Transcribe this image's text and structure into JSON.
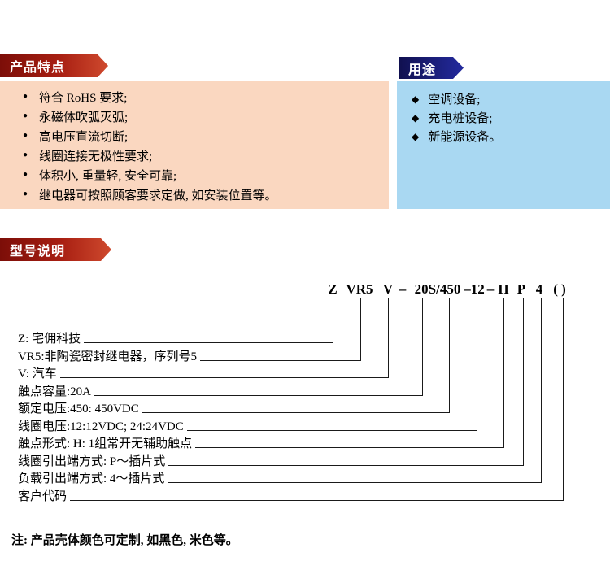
{
  "features": {
    "title": "产品特点",
    "bullet": "●",
    "items": [
      "符合 RoHS 要求;",
      "永磁体吹弧灭弧;",
      "高电压直流切断;",
      "线圈连接无极性要求;",
      "体积小, 重量轻, 安全可靠;",
      "继电器可按照顾客要求定做, 如安装位置等。"
    ]
  },
  "usage": {
    "title": "用途",
    "bullet": "◆",
    "items": [
      "空调设备;",
      "充电桩设备;",
      "新能源设备。"
    ]
  },
  "model": {
    "title": "型号说明",
    "code_parts": [
      "Z",
      "VR5",
      "V",
      "–",
      "20S/450",
      "–12",
      "–",
      "H",
      "P",
      "4",
      "( )"
    ],
    "callouts": [
      "Z: 宅佣科技",
      "VR5:非陶瓷密封继电器，序列号5",
      "V: 汽车",
      "触点容量:20A",
      "额定电压:450: 450VDC",
      "线圈电压:12:12VDC; 24:24VDC",
      "触点形式: H: 1组常开无辅助触点",
      "线圈引出端方式: P～插片式",
      "负载引出端方式: 4～插片式",
      "客户代码"
    ]
  },
  "note": "注: 产品壳体颜色可定制, 如黑色, 米色等。",
  "colors": {
    "banner_red": "#a81f12",
    "banner_blue": "#1a1a6e",
    "panel_pink": "#fad7c0",
    "panel_blue": "#a9d8f2",
    "text": "#000000"
  }
}
